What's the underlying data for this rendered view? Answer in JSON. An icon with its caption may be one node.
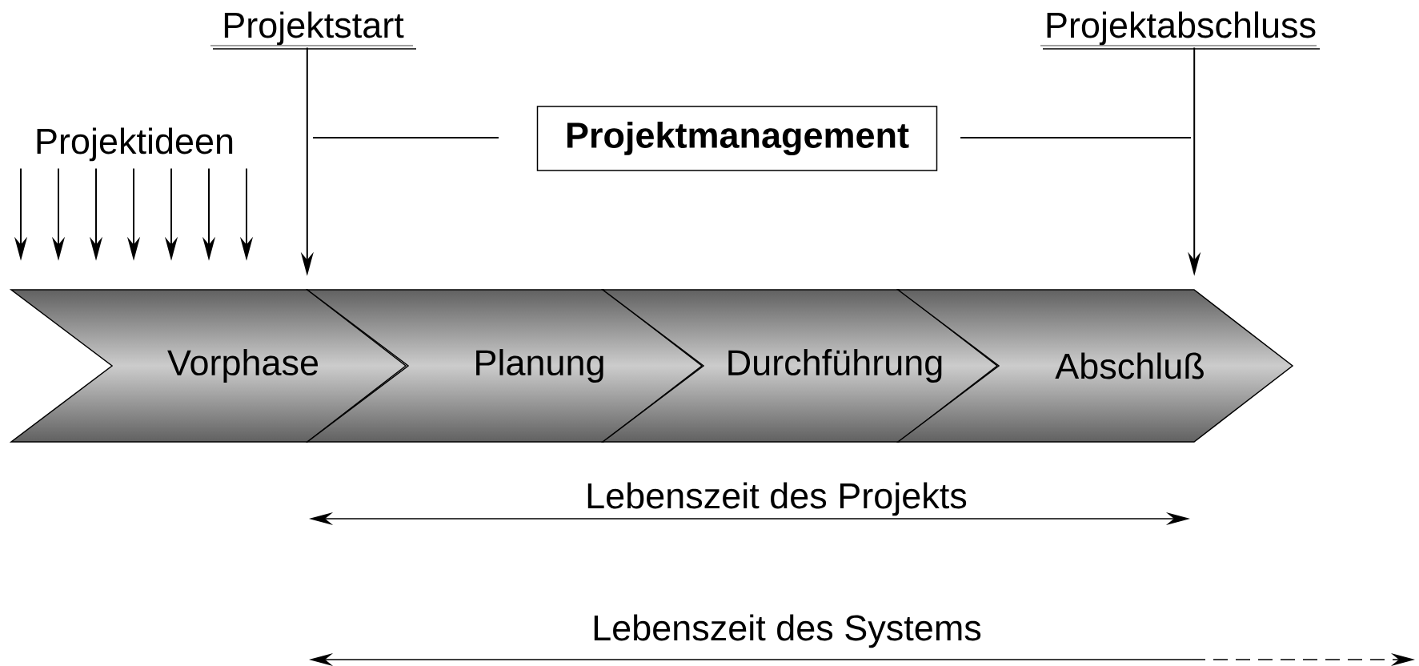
{
  "diagram": {
    "nodes": [
      {
        "text": [
          "Projektstart"
        ]
      },
      {
        "text": [
          "Projektabschluss"
        ]
      },
      {
        "text": [
          "Projektideen"
        ]
      },
      {
        "text": [
          "Projektmanagement"
        ]
      },
      {
        "text": [
          "Vorphase"
        ]
      },
      {
        "text": [
          "Planung"
        ]
      },
      {
        "text": [
          "Durchführung"
        ]
      },
      {
        "text": [
          "Abschluß"
        ]
      }
    ],
    "edges": [
      {
        "from": 0,
        "to": 5,
        "arrow": "to"
      },
      {
        "from": 1,
        "to": 7,
        "arrow": "to"
      },
      {
        "from": 2,
        "to": 4,
        "arrow": "to"
      },
      {
        "from": 2,
        "to": 4,
        "arrow": "to"
      },
      {
        "from": 2,
        "to": 4,
        "arrow": "to"
      },
      {
        "from": 2,
        "to": 4,
        "arrow": "to"
      },
      {
        "from": 2,
        "to": 4,
        "arrow": "to"
      },
      {
        "from": 2,
        "to": 4,
        "arrow": "to"
      },
      {
        "from": 2,
        "to": 4,
        "arrow": "to"
      }
    ],
    "labels": [
      "Lebenszeit des Projekts",
      "Lebenszeit des Systems"
    ]
  }
}
